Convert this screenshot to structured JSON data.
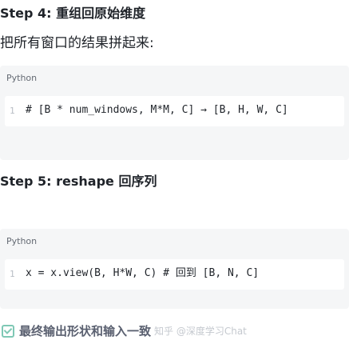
{
  "step4": {
    "heading": "Step 4: 重组回原始维度",
    "paragraph": "把所有窗口的结果拼起来:",
    "code": {
      "language": "Python",
      "line_number": "1",
      "line": "# [B * num_windows, M*M, C] → [B, H, W, C]"
    }
  },
  "step5": {
    "heading": "Step 5: reshape 回序列",
    "code": {
      "language": "Python",
      "line_number": "1",
      "line": "x = x.view(B, H*W, C)  # 回到 [B, N, C]"
    }
  },
  "footer": {
    "text": "最终输出形状和输入一致",
    "watermark": "知乎 @深度学习Chat"
  },
  "colors": {
    "code_bg": "#f5f6f7",
    "check_accent": "#7fc8b5"
  }
}
